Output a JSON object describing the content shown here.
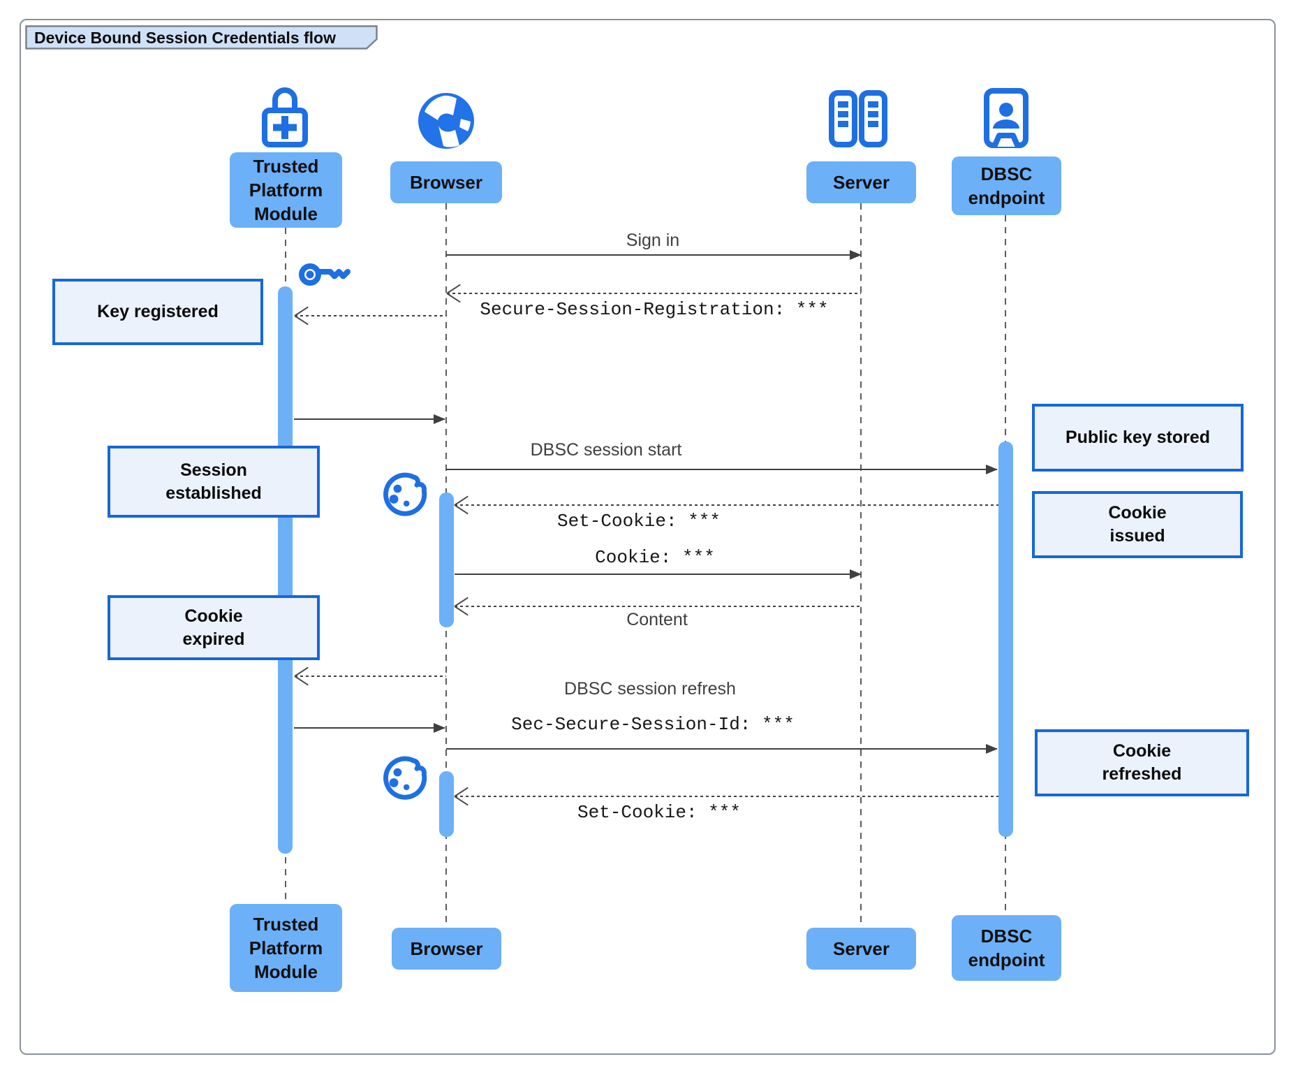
{
  "title": "Device Bound Session Credentials flow",
  "actors": {
    "tpm": {
      "label": "Trusted Platform Module",
      "icon": "lock-plus-icon"
    },
    "browser": {
      "label": "Browser",
      "icon": "globe-icon"
    },
    "server": {
      "label": "Server",
      "icon": "server-rack-icon"
    },
    "dbsc": {
      "label": "DBSC endpoint",
      "icon": "badge-person-icon"
    }
  },
  "messages": {
    "sign_in": "Sign in",
    "session_registration": "Secure-Session-Registration: ***",
    "dbsc_start": "DBSC session start",
    "set_cookie1": "Set-Cookie: ***",
    "cookie": "Cookie: ***",
    "content": "Content",
    "dbsc_refresh": "DBSC session refresh",
    "session_id": "Sec-Secure-Session-Id: ***",
    "set_cookie2": "Set-Cookie: ***"
  },
  "notes": {
    "key_registered": "Key registered",
    "session_established": "Session established",
    "cookie_expired": "Cookie expired",
    "public_key_stored": "Public key stored",
    "cookie_issued": "Cookie issued",
    "cookie_refreshed": "Cookie refreshed"
  },
  "decorations": {
    "key_icon": "key-icon",
    "cookie_icon_1": "cookie-icon",
    "cookie_icon_2": "cookie-icon"
  },
  "colors": {
    "icon_blue": "#1d6fe3",
    "actor_fill": "#6cb0f8",
    "activation_fill": "#6cb0f8",
    "note_fill": "#ebf2fc",
    "note_border": "#1667d9",
    "title_fill": "#cfe1f6",
    "arrow": "#404040"
  }
}
